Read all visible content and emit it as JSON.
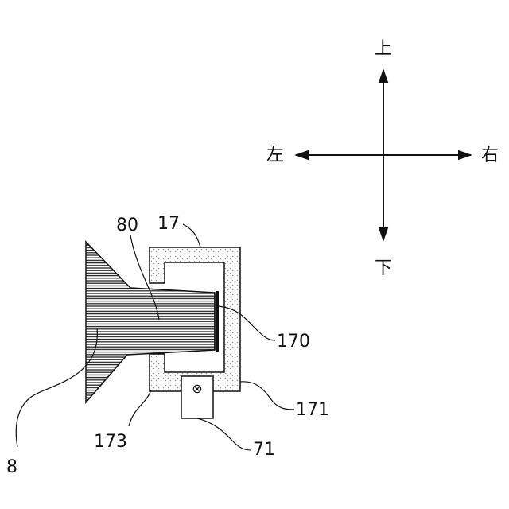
{
  "directions": {
    "up": "上",
    "down": "下",
    "left": "左",
    "right": "右"
  },
  "labels": {
    "ref_8": "8",
    "ref_80": "80",
    "ref_17": "17",
    "ref_170": "170",
    "ref_171": "171",
    "ref_173": "173",
    "ref_71": "71"
  },
  "symbols": {
    "sensor_mark": "⊗"
  },
  "colors": {
    "ink": "#111111",
    "stipple": "#9a9a9a",
    "hatch": "#222222",
    "background": "#ffffff"
  }
}
